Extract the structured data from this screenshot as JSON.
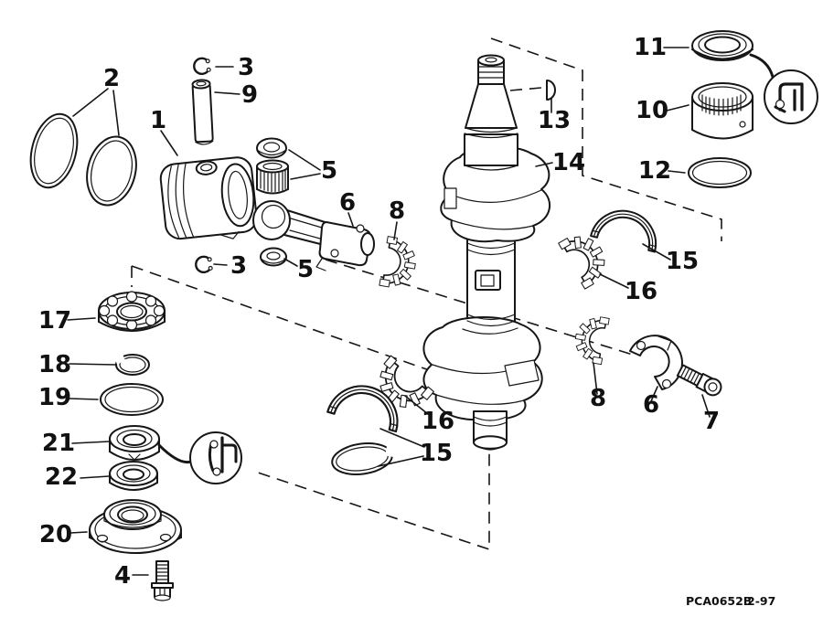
{
  "diagram": {
    "footer": {
      "code": "PCA0652B",
      "date": "2-97"
    }
  },
  "callouts": {
    "n1": {
      "label": "1"
    },
    "n2": {
      "label": "2"
    },
    "n3a": {
      "label": "3"
    },
    "n3b": {
      "label": "3"
    },
    "n4": {
      "label": "4"
    },
    "n5a": {
      "label": "5"
    },
    "n5b": {
      "label": "5"
    },
    "n6a": {
      "label": "6"
    },
    "n6b": {
      "label": "6"
    },
    "n7": {
      "label": "7"
    },
    "n8a": {
      "label": "8"
    },
    "n8b": {
      "label": "8"
    },
    "n9": {
      "label": "9"
    },
    "n10": {
      "label": "10"
    },
    "n11": {
      "label": "11"
    },
    "n12": {
      "label": "12"
    },
    "n13": {
      "label": "13"
    },
    "n14": {
      "label": "14"
    },
    "n15a": {
      "label": "15"
    },
    "n15b": {
      "label": "15"
    },
    "n16a": {
      "label": "16"
    },
    "n16b": {
      "label": "16"
    },
    "n17": {
      "label": "17"
    },
    "n18": {
      "label": "18"
    },
    "n19": {
      "label": "19"
    },
    "n20": {
      "label": "20"
    },
    "n21": {
      "label": "21"
    },
    "n22": {
      "label": "22"
    }
  },
  "colors": {
    "line": "#161616",
    "background": "#ffffff"
  }
}
